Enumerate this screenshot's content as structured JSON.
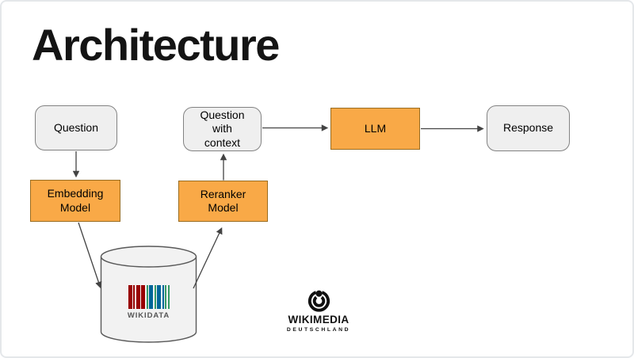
{
  "slide": {
    "title": "Architecture"
  },
  "diagram": {
    "nodes": {
      "question": {
        "label": "Question",
        "style": "gray"
      },
      "embedding_model": {
        "label": "Embedding\nModel",
        "style": "orange"
      },
      "question_with_context": {
        "label": "Question\nwith\ncontext",
        "style": "gray"
      },
      "reranker_model": {
        "label": "Reranker\nModel",
        "style": "orange"
      },
      "llm": {
        "label": "LLM",
        "style": "orange"
      },
      "response": {
        "label": "Response",
        "style": "gray"
      }
    },
    "edges": [
      {
        "from": "Question",
        "to": "Embedding Model"
      },
      {
        "from": "Embedding Model",
        "to": "Wikidata"
      },
      {
        "from": "Wikidata",
        "to": "Reranker Model"
      },
      {
        "from": "Reranker Model",
        "to": "Question with context"
      },
      {
        "from": "Question with context",
        "to": "LLM"
      },
      {
        "from": "LLM",
        "to": "Response"
      }
    ],
    "database": {
      "label": "WIKIDATA",
      "barcode_stripes": [
        {
          "color": "#990000",
          "width": 5
        },
        {
          "color": "#990000",
          "width": 2
        },
        {
          "color": "#990000",
          "width": 5
        },
        {
          "color": "#990000",
          "width": 5
        },
        {
          "color": "#339966",
          "width": 2
        },
        {
          "color": "#006699",
          "width": 5
        },
        {
          "color": "#339966",
          "width": 2
        },
        {
          "color": "#006699",
          "width": 5
        },
        {
          "color": "#006699",
          "width": 2
        },
        {
          "color": "#339966",
          "width": 2
        },
        {
          "color": "#339966",
          "width": 2
        }
      ]
    },
    "colors": {
      "orange_fill": "#f9a947",
      "orange_border": "#996c1f",
      "gray_fill": "#efefef",
      "gray_border": "#828282",
      "cylinder_fill": "#f2f2f2",
      "cylinder_border": "#595959",
      "arrow": "#434343",
      "wikidata_text": "#565656"
    }
  },
  "footer_logo": {
    "org": "WIKIMEDIA",
    "sub": "DEUTSCHLAND"
  }
}
